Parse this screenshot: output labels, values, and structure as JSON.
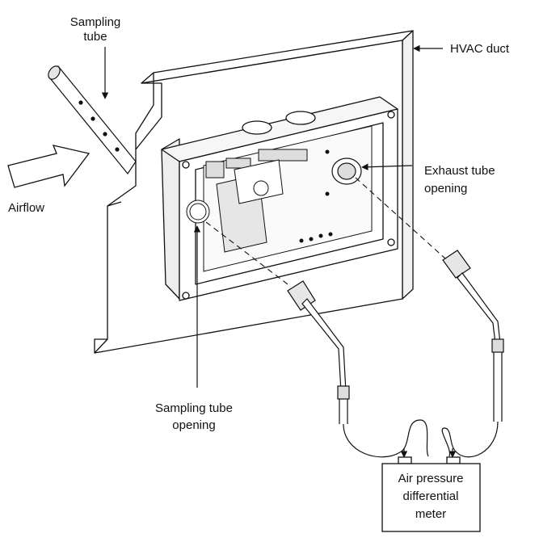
{
  "labels": {
    "sampling_tube": [
      "Sampling",
      "tube"
    ],
    "hvac_duct": "HVAC duct",
    "exhaust_tube_opening": [
      "Exhaust tube",
      "opening"
    ],
    "airflow": "Airflow",
    "sampling_tube_opening": [
      "Sampling tube",
      "opening"
    ],
    "meter": [
      "Air pressure",
      "differential",
      "meter"
    ]
  }
}
